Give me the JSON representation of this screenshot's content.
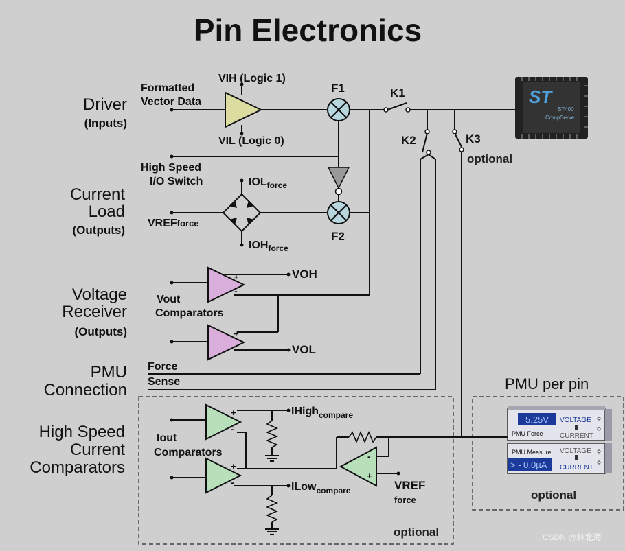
{
  "title": "Pin Electronics",
  "sections": {
    "driver": {
      "line1": "Driver",
      "line2": "(Inputs)"
    },
    "current_load": {
      "line1": "Current",
      "line2": "Load",
      "line3": "(Outputs)"
    },
    "voltage_receiver": {
      "line1": "Voltage",
      "line2": "Receiver",
      "line3": "(Outputs)"
    },
    "pmu_connection": {
      "line1": "PMU",
      "line2": "Connection"
    },
    "hs_current_comparators": {
      "line1": "High Speed",
      "line2": "Current",
      "line3": "Comparators"
    }
  },
  "labels": {
    "formatted_1": "Formatted",
    "formatted_2": "Vector Data",
    "vih": "VIH (Logic 1)",
    "vil": "VIL (Logic 0)",
    "f1": "F1",
    "f2": "F2",
    "k1": "K1",
    "k2": "K2",
    "k3": "K3",
    "k3_optional": "optional",
    "hs_io_1": "High Speed",
    "hs_io_2": "I/O Switch",
    "iol_main": "IOL",
    "iol_sub": "force",
    "ioh_main": "IOH",
    "ioh_sub": "force",
    "vref_main": "VREF",
    "vref_sub": "force",
    "voh": "VOH",
    "vol": "VOL",
    "vout_1": "Vout",
    "vout_2": "Comparators",
    "force": "Force",
    "sense": "Sense",
    "ihigh_main": "IHigh",
    "ihigh_sub": "compare",
    "ilow_main": "ILow",
    "ilow_sub": "compare",
    "iout_1": "Iout",
    "iout_2": "Comparators",
    "vref2_main": "VREF",
    "vref2_sub": "force",
    "optional_left": "optional",
    "pmu_per_pin": "PMU per pin",
    "optional_right": "optional",
    "watermark": "CSDN @林北海"
  },
  "chip": {
    "logo": "ST",
    "line1": "ST400",
    "line2": "CompServe"
  },
  "pmu_unit": {
    "force_display": "5.25V",
    "force_label": "PMU Force",
    "voltage_1": "VOLTAGE",
    "current_1": "CURRENT",
    "measure_label": "PMU Measure",
    "measure_display": "> - 0.0µA",
    "voltage_2": "VOLTAGE",
    "current_2": "CURRENT"
  },
  "colors": {
    "background": "#cfcfcf",
    "driver_fill": "#dcdca0",
    "comparator_fill": "#d9aedb",
    "current_comp_fill": "#b7e0ba",
    "fuse_fill": "#b8d6de",
    "optional_fill": "#bdbdbd"
  }
}
